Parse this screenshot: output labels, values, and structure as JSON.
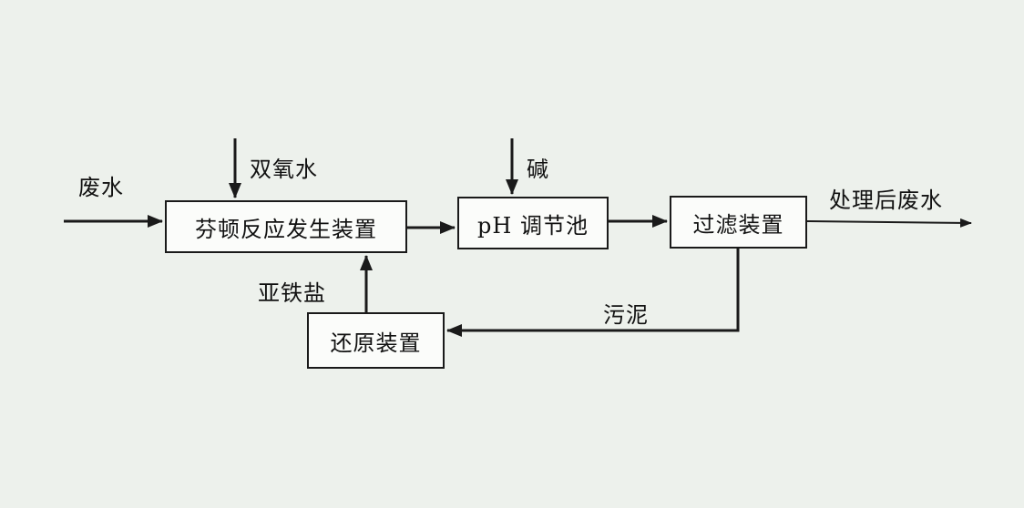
{
  "diagram": {
    "background_color": "#edf1ec",
    "line_color": "#1a1a1a",
    "box_fill_color": "#fbfcfa",
    "nodes": [
      {
        "id": "fenton-reactor",
        "label": "芬顿反应发生装置"
      },
      {
        "id": "ph-adjustment-pool",
        "label": "pH 调节池"
      },
      {
        "id": "filtration-unit",
        "label": "过滤装置"
      },
      {
        "id": "reduction-unit",
        "label": "还原装置"
      }
    ],
    "stream_labels": [
      {
        "id": "wastewater-in",
        "text": "废水"
      },
      {
        "id": "hydrogen-peroxide",
        "text": "双氧水"
      },
      {
        "id": "alkali",
        "text": "碱"
      },
      {
        "id": "treated-wastewater",
        "text": "处理后废水"
      },
      {
        "id": "ferrous-salt",
        "text": "亚铁盐"
      },
      {
        "id": "sludge",
        "text": "污泥"
      }
    ]
  }
}
